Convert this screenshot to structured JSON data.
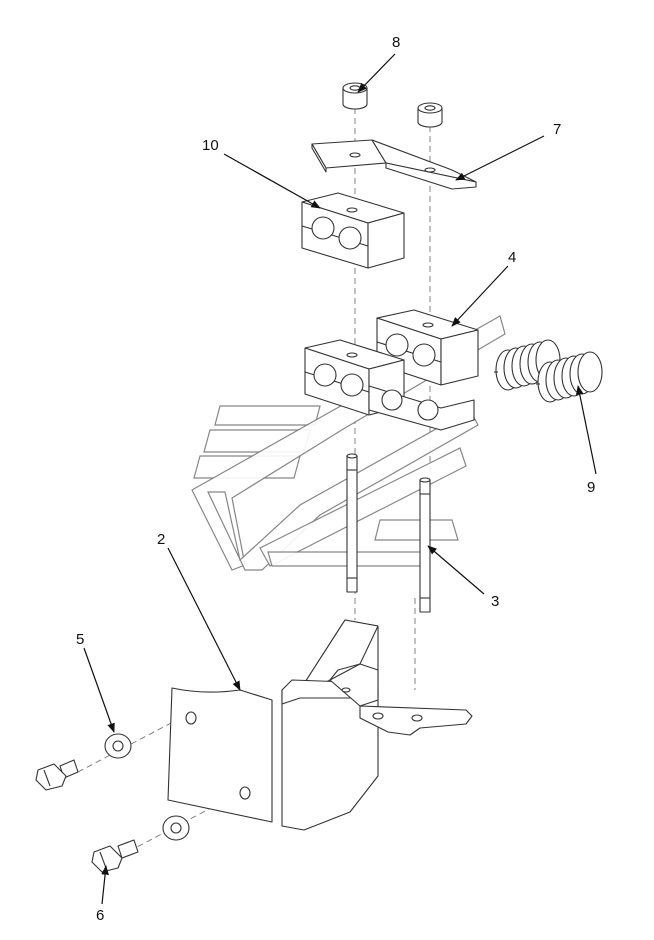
{
  "callouts": [
    {
      "id": "c8",
      "label": "8"
    },
    {
      "id": "c7",
      "label": "7"
    },
    {
      "id": "c10",
      "label": "10"
    },
    {
      "id": "c4",
      "label": "4"
    },
    {
      "id": "c9",
      "label": "9"
    },
    {
      "id": "c3",
      "label": "3"
    },
    {
      "id": "c2",
      "label": "2"
    },
    {
      "id": "c5",
      "label": "5"
    },
    {
      "id": "c6",
      "label": "6"
    }
  ]
}
